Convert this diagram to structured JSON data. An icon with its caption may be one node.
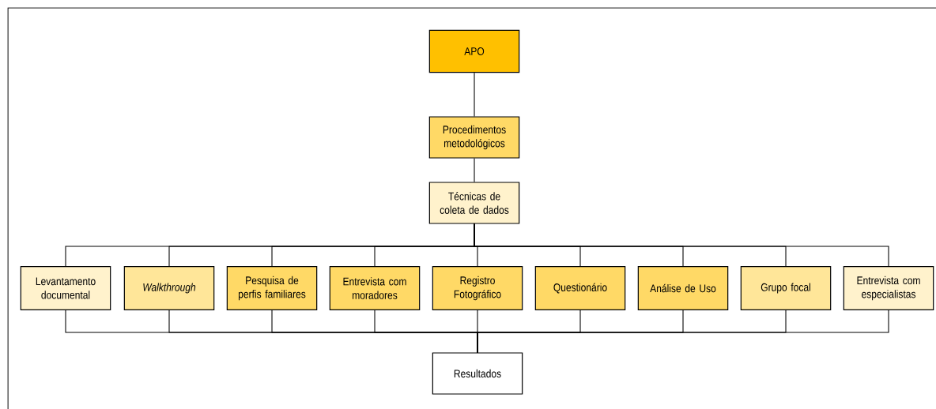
{
  "diagram": {
    "nodes": [
      {
        "text": [
          "APO"
        ]
      },
      {
        "text": [
          "Procedimentos metodológicos"
        ]
      },
      {
        "text": [
          "Técnicas de coleta de dados"
        ]
      },
      {
        "text": [
          "Levantamento documental"
        ]
      },
      {
        "text": [
          "Walkthrough"
        ]
      },
      {
        "text": [
          "Pesquisa de perfis familiares"
        ]
      },
      {
        "text": [
          "Entrevista com moradores"
        ]
      },
      {
        "text": [
          "Registro Fotográfico"
        ]
      },
      {
        "text": [
          "Questionário"
        ]
      },
      {
        "text": [
          "Análise de Uso"
        ]
      },
      {
        "text": [
          "Grupo focal"
        ]
      },
      {
        "text": [
          "Entrevista com especialistas"
        ]
      },
      {
        "text": [
          "Resultados"
        ]
      }
    ],
    "edges": [
      {
        "from": 0,
        "to": 1,
        "arrow": "none"
      },
      {
        "from": 1,
        "to": 2,
        "arrow": "none"
      },
      {
        "from": 2,
        "to": 3,
        "arrow": "none"
      },
      {
        "from": 2,
        "to": 4,
        "arrow": "none"
      },
      {
        "from": 2,
        "to": 5,
        "arrow": "none"
      },
      {
        "from": 2,
        "to": 6,
        "arrow": "none"
      },
      {
        "from": 2,
        "to": 7,
        "arrow": "none"
      },
      {
        "from": 2,
        "to": 8,
        "arrow": "none"
      },
      {
        "from": 2,
        "to": 9,
        "arrow": "none"
      },
      {
        "from": 2,
        "to": 10,
        "arrow": "none"
      },
      {
        "from": 2,
        "to": 11,
        "arrow": "none"
      },
      {
        "from": 3,
        "to": 12,
        "arrow": "none"
      },
      {
        "from": 4,
        "to": 12,
        "arrow": "none"
      },
      {
        "from": 5,
        "to": 12,
        "arrow": "none"
      },
      {
        "from": 6,
        "to": 12,
        "arrow": "none"
      },
      {
        "from": 7,
        "to": 12,
        "arrow": "none"
      },
      {
        "from": 8,
        "to": 12,
        "arrow": "none"
      },
      {
        "from": 9,
        "to": 12,
        "arrow": "none"
      },
      {
        "from": 10,
        "to": 12,
        "arrow": "none"
      },
      {
        "from": 11,
        "to": 12,
        "arrow": "none"
      }
    ]
  }
}
